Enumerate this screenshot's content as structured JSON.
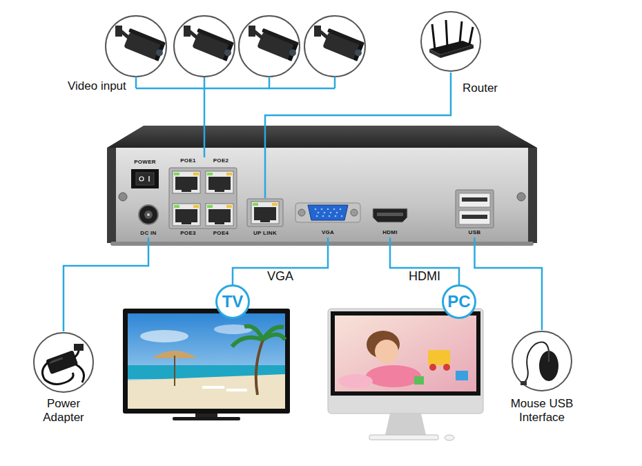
{
  "diagram": {
    "nodes": [
      {
        "text": [
          "Video input"
        ]
      },
      {
        "text": [
          "Router"
        ]
      },
      {
        "text": [
          "POWER"
        ]
      },
      {
        "text": [
          "POE1"
        ]
      },
      {
        "text": [
          "POE2"
        ]
      },
      {
        "text": [
          "POE3"
        ]
      },
      {
        "text": [
          "POE4"
        ]
      },
      {
        "text": [
          "DC IN"
        ]
      },
      {
        "text": [
          "UP LINK"
        ]
      },
      {
        "text": [
          "VGA"
        ]
      },
      {
        "text": [
          "HDMI"
        ]
      },
      {
        "text": [
          "USB"
        ]
      },
      {
        "text": [
          "TV"
        ]
      },
      {
        "text": [
          "PC"
        ]
      },
      {
        "text": [
          "Power Adapter"
        ]
      },
      {
        "text": [
          "Mouse USB Interface"
        ]
      }
    ],
    "edges": [
      {
        "from": 0,
        "to": 3,
        "arrow": "none"
      },
      {
        "from": 1,
        "to": 8,
        "arrow": "none"
      },
      {
        "from": 9,
        "to": 12,
        "label": "VGA",
        "arrow": "none"
      },
      {
        "from": 10,
        "to": 13,
        "label": "HDMI",
        "arrow": "none"
      },
      {
        "from": 7,
        "to": 14,
        "arrow": "none"
      },
      {
        "from": 11,
        "to": 15,
        "arrow": "none"
      }
    ]
  }
}
